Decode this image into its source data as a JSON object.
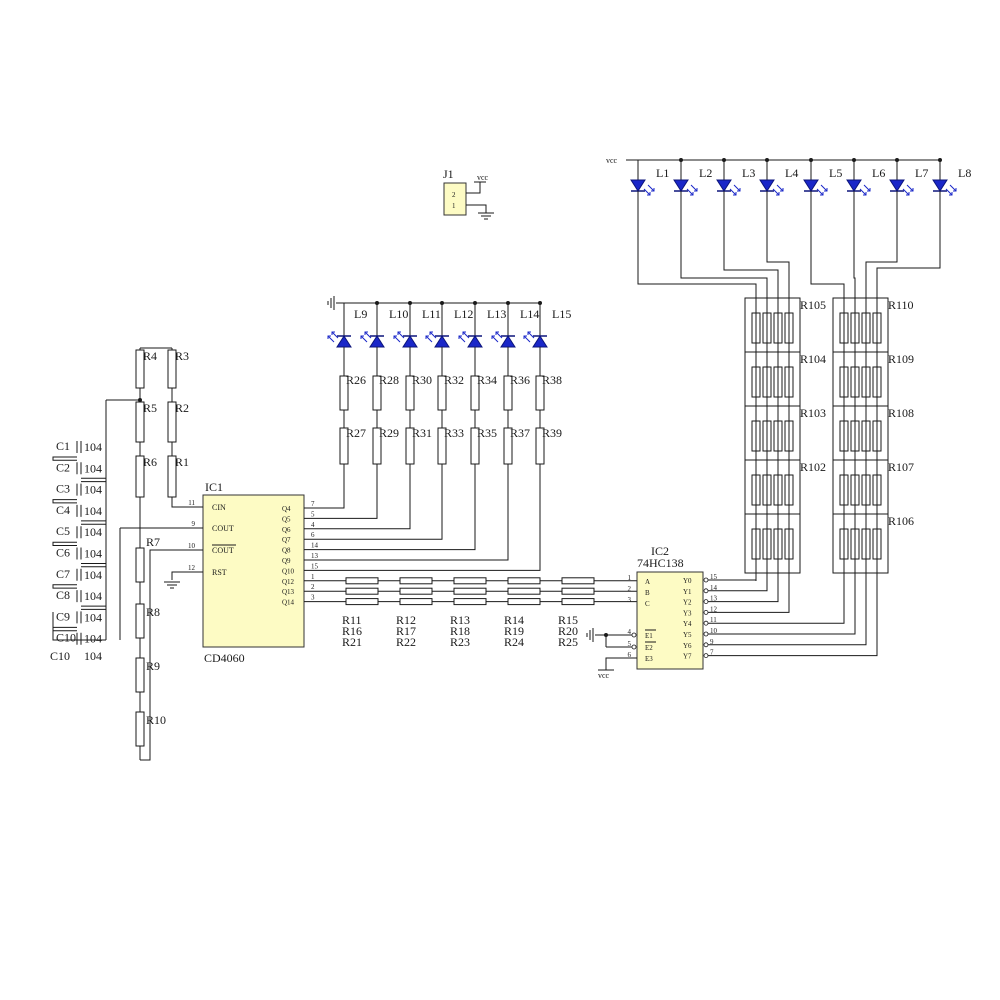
{
  "j1": {
    "label": "J1",
    "pins": [
      "2",
      "1"
    ],
    "vcc": "vcc"
  },
  "ic1": {
    "ref": "IC1",
    "part": "CD4060",
    "left_pins": [
      {
        "num": "11",
        "name": "CIN"
      },
      {
        "num": "9",
        "name": "COUT"
      },
      {
        "num": "10",
        "name": "COUT"
      },
      {
        "num": "12",
        "name": "RST"
      }
    ],
    "right_pins": [
      {
        "num": "7",
        "name": "Q4"
      },
      {
        "num": "5",
        "name": "Q5"
      },
      {
        "num": "4",
        "name": "Q6"
      },
      {
        "num": "6",
        "name": "Q7"
      },
      {
        "num": "14",
        "name": "Q8"
      },
      {
        "num": "13",
        "name": "Q9"
      },
      {
        "num": "15",
        "name": "Q10"
      },
      {
        "num": "1",
        "name": "Q12"
      },
      {
        "num": "2",
        "name": "Q13"
      },
      {
        "num": "3",
        "name": "Q14"
      }
    ]
  },
  "ic2": {
    "ref": "IC2",
    "part": "74HC138",
    "left_pins": [
      {
        "num": "1",
        "name": "A"
      },
      {
        "num": "2",
        "name": "B"
      },
      {
        "num": "3",
        "name": "C"
      },
      {
        "num": "4",
        "name": "E1"
      },
      {
        "num": "5",
        "name": "E2"
      },
      {
        "num": "6",
        "name": "E3"
      }
    ],
    "right_pins": [
      {
        "num": "15",
        "name": "Y0"
      },
      {
        "num": "14",
        "name": "Y1"
      },
      {
        "num": "13",
        "name": "Y2"
      },
      {
        "num": "12",
        "name": "Y3"
      },
      {
        "num": "11",
        "name": "Y4"
      },
      {
        "num": "10",
        "name": "Y5"
      },
      {
        "num": "9",
        "name": "Y6"
      },
      {
        "num": "7",
        "name": "Y7"
      }
    ],
    "vcc": "vcc"
  },
  "top_leds": {
    "vcc": "vcc",
    "labels": [
      "L1",
      "L2",
      "L3",
      "L4",
      "L5",
      "L6",
      "L7",
      "L8"
    ]
  },
  "mid_leds": {
    "labels": [
      "L9",
      "L10",
      "L11",
      "L12",
      "L13",
      "L14",
      "L15"
    ]
  },
  "mid_res_top": [
    "R26",
    "R28",
    "R30",
    "R32",
    "R34",
    "R36",
    "R38"
  ],
  "mid_res_bottom": [
    "R27",
    "R29",
    "R31",
    "R33",
    "R35",
    "R37",
    "R39"
  ],
  "addr_res": [
    [
      "R11",
      "R16",
      "R21"
    ],
    [
      "R12",
      "R17",
      "R22"
    ],
    [
      "R13",
      "R18",
      "R23"
    ],
    [
      "R14",
      "R19",
      "R24"
    ],
    [
      "R15",
      "R20",
      "R25"
    ]
  ],
  "caps": {
    "labels": [
      "C1",
      "C2",
      "C3",
      "C4",
      "C5",
      "C6",
      "C7",
      "C8",
      "C9",
      "C10"
    ],
    "value": "104"
  },
  "osc_res": {
    "col1": [
      "R4",
      "R5",
      "R6"
    ],
    "col2": [
      "R3",
      "R2",
      "R1"
    ],
    "chain": [
      "R7",
      "R8",
      "R9",
      "R10"
    ]
  },
  "networks": {
    "left": [
      "R105",
      "R104",
      "R103",
      "R102"
    ],
    "right": [
      "R110",
      "R109",
      "R108",
      "R107",
      "R106"
    ]
  }
}
